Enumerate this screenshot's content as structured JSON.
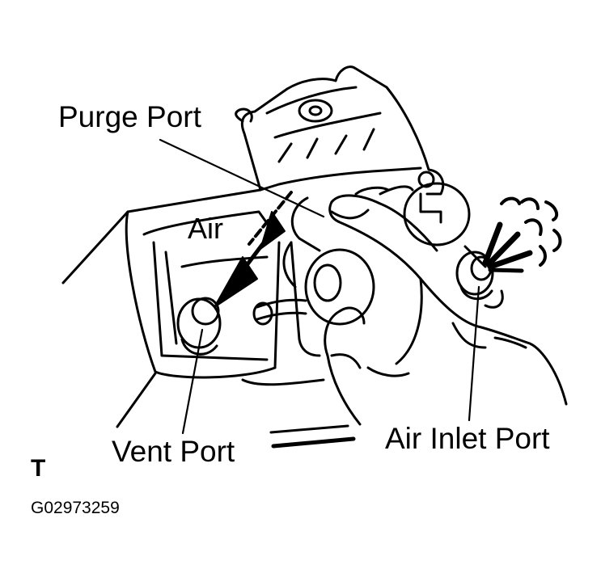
{
  "labels": {
    "purge_port": "Purge Port",
    "air": "Air",
    "vent_port": "Vent Port",
    "air_inlet_port": "Air Inlet Port"
  },
  "corner_mark": "T",
  "figure_code": "G02973259",
  "colors": {
    "ink": "#000000",
    "paper": "#ffffff"
  },
  "icons": [
    "down-left-arrow-icon",
    "hand-icon",
    "air-spray-icon"
  ]
}
